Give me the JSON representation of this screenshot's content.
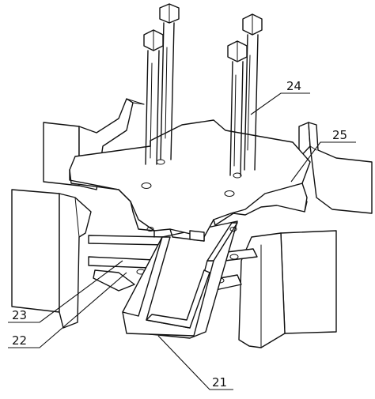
{
  "labels": {
    "part_21": "21",
    "part_22": "22",
    "part_23": "23",
    "part_24": "24",
    "part_25": "25"
  },
  "colors": {
    "line": "#111111",
    "background": "#ffffff"
  }
}
